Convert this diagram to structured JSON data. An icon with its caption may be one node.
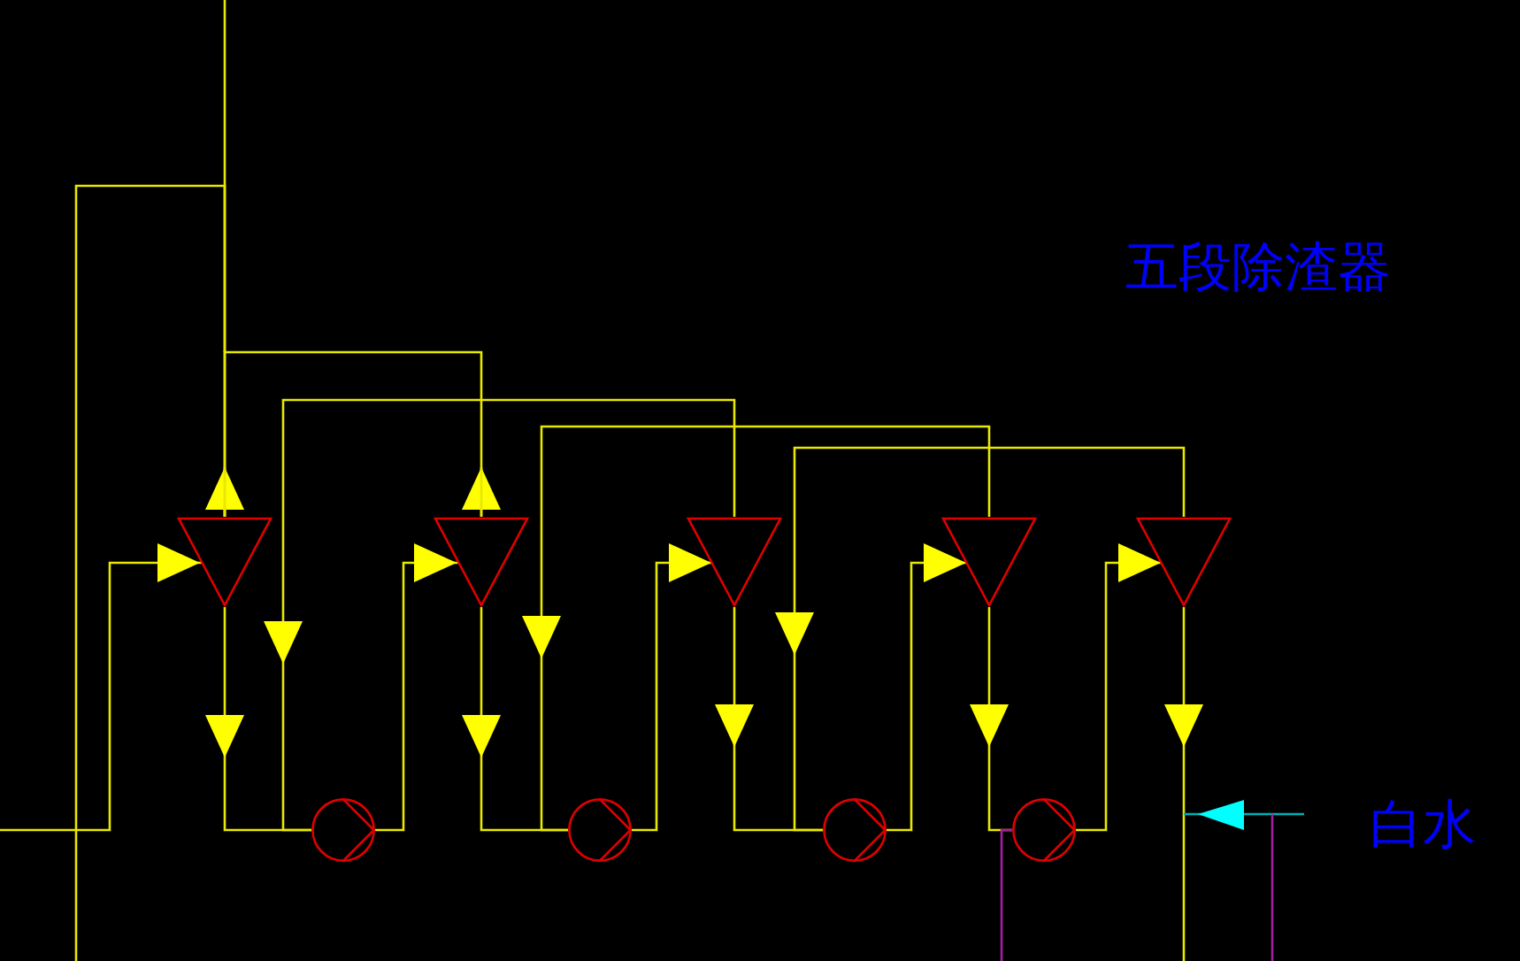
{
  "diagram": {
    "title": "五段除渣器",
    "nodes": [
      {
        "text": [],
        "shape": "triangle"
      },
      {
        "text": [],
        "shape": "triangle"
      },
      {
        "text": [],
        "shape": "triangle"
      },
      {
        "text": [],
        "shape": "triangle"
      },
      {
        "text": [],
        "shape": "triangle"
      },
      {
        "text": [],
        "shape": "circle"
      },
      {
        "text": [],
        "shape": "circle"
      },
      {
        "text": [],
        "shape": "circle"
      },
      {
        "text": [],
        "shape": "circle"
      }
    ],
    "edges": [
      {
        "from": null,
        "to": 0,
        "arrow": "to"
      },
      {
        "from": 0,
        "to": 5,
        "arrow": "to"
      },
      {
        "from": 5,
        "to": 1,
        "arrow": "to"
      },
      {
        "from": 1,
        "to": 6,
        "arrow": "to"
      },
      {
        "from": 6,
        "to": 2,
        "arrow": "to"
      },
      {
        "from": 2,
        "to": 7,
        "arrow": "to"
      },
      {
        "from": 7,
        "to": 3,
        "arrow": "to"
      },
      {
        "from": 3,
        "to": 8,
        "arrow": "to"
      },
      {
        "from": 8,
        "to": 4,
        "arrow": "to"
      },
      {
        "from": 4,
        "to": null,
        "arrow": "to"
      },
      {
        "from": 0,
        "to": null,
        "arrow": "to"
      },
      {
        "from": 0,
        "to": null,
        "arrow": "none"
      },
      {
        "from": 1,
        "to": null,
        "arrow": "to"
      },
      {
        "from": 2,
        "to": 5,
        "arrow": "to"
      },
      {
        "from": 3,
        "to": 6,
        "arrow": "to"
      },
      {
        "from": 4,
        "to": 7,
        "arrow": "to"
      },
      {
        "from": null,
        "to": 8,
        "arrow": "none",
        "color": "#a020a0"
      },
      {
        "from": 1,
        "to": 0,
        "arrow": "none"
      }
    ],
    "labels": [
      "白水"
    ]
  }
}
